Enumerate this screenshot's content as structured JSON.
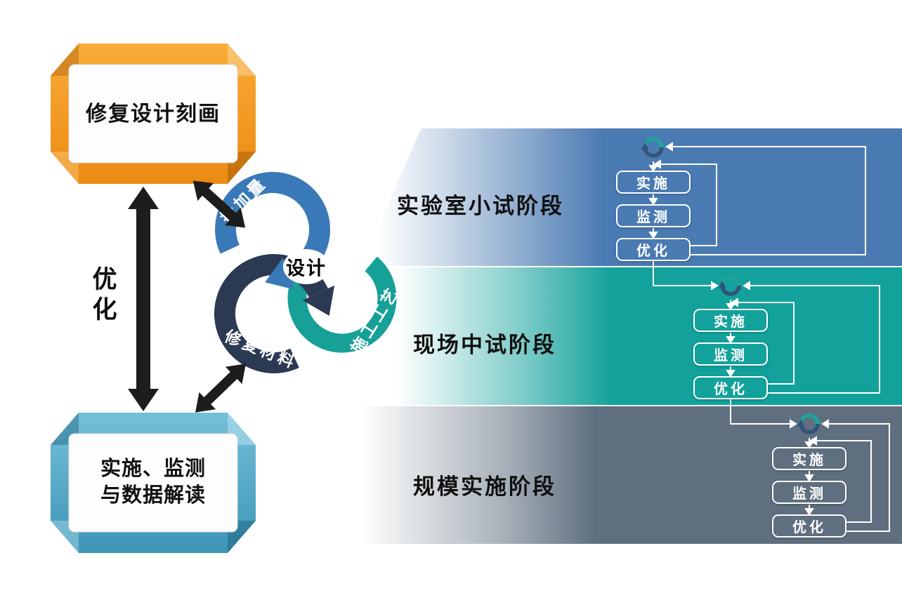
{
  "figure": {
    "left_flow": {
      "top_plaque": "修复设计刻画",
      "bottom_plaque_lines": [
        "实施、监测",
        "与数据解读"
      ],
      "optimize_chars": [
        "优",
        "化"
      ]
    },
    "cycle": {
      "center": "设计",
      "factors": [
        {
          "label": "投加量",
          "color": "#3a79b8"
        },
        {
          "label": "施工工艺",
          "color": "#16a098"
        },
        {
          "label": "修复材料",
          "color": "#2b3a52"
        }
      ]
    },
    "phases": [
      {
        "label": "实验室小试阶段",
        "color": "#4a7ab2",
        "steps": [
          "实施",
          "监测",
          "优化"
        ]
      },
      {
        "label": "现场中试阶段",
        "color": "#12a19b",
        "steps": [
          "实施",
          "监测",
          "优化"
        ]
      },
      {
        "label": "规模实施阶段",
        "color": "#5f6f7f",
        "steps": [
          "实施",
          "监测",
          "优化"
        ]
      }
    ]
  }
}
